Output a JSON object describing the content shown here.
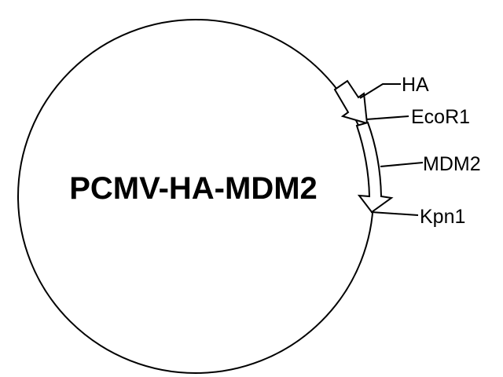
{
  "plasmid": {
    "name": "PCMV-HA-MDM2"
  },
  "features": [
    {
      "id": "ha",
      "label": "HA"
    },
    {
      "id": "ecor1",
      "label": "EcoR1"
    },
    {
      "id": "mdm2",
      "label": "MDM2"
    },
    {
      "id": "kpn1",
      "label": "Kpn1"
    }
  ],
  "colors": {
    "line": "#000000",
    "background": "#ffffff"
  }
}
